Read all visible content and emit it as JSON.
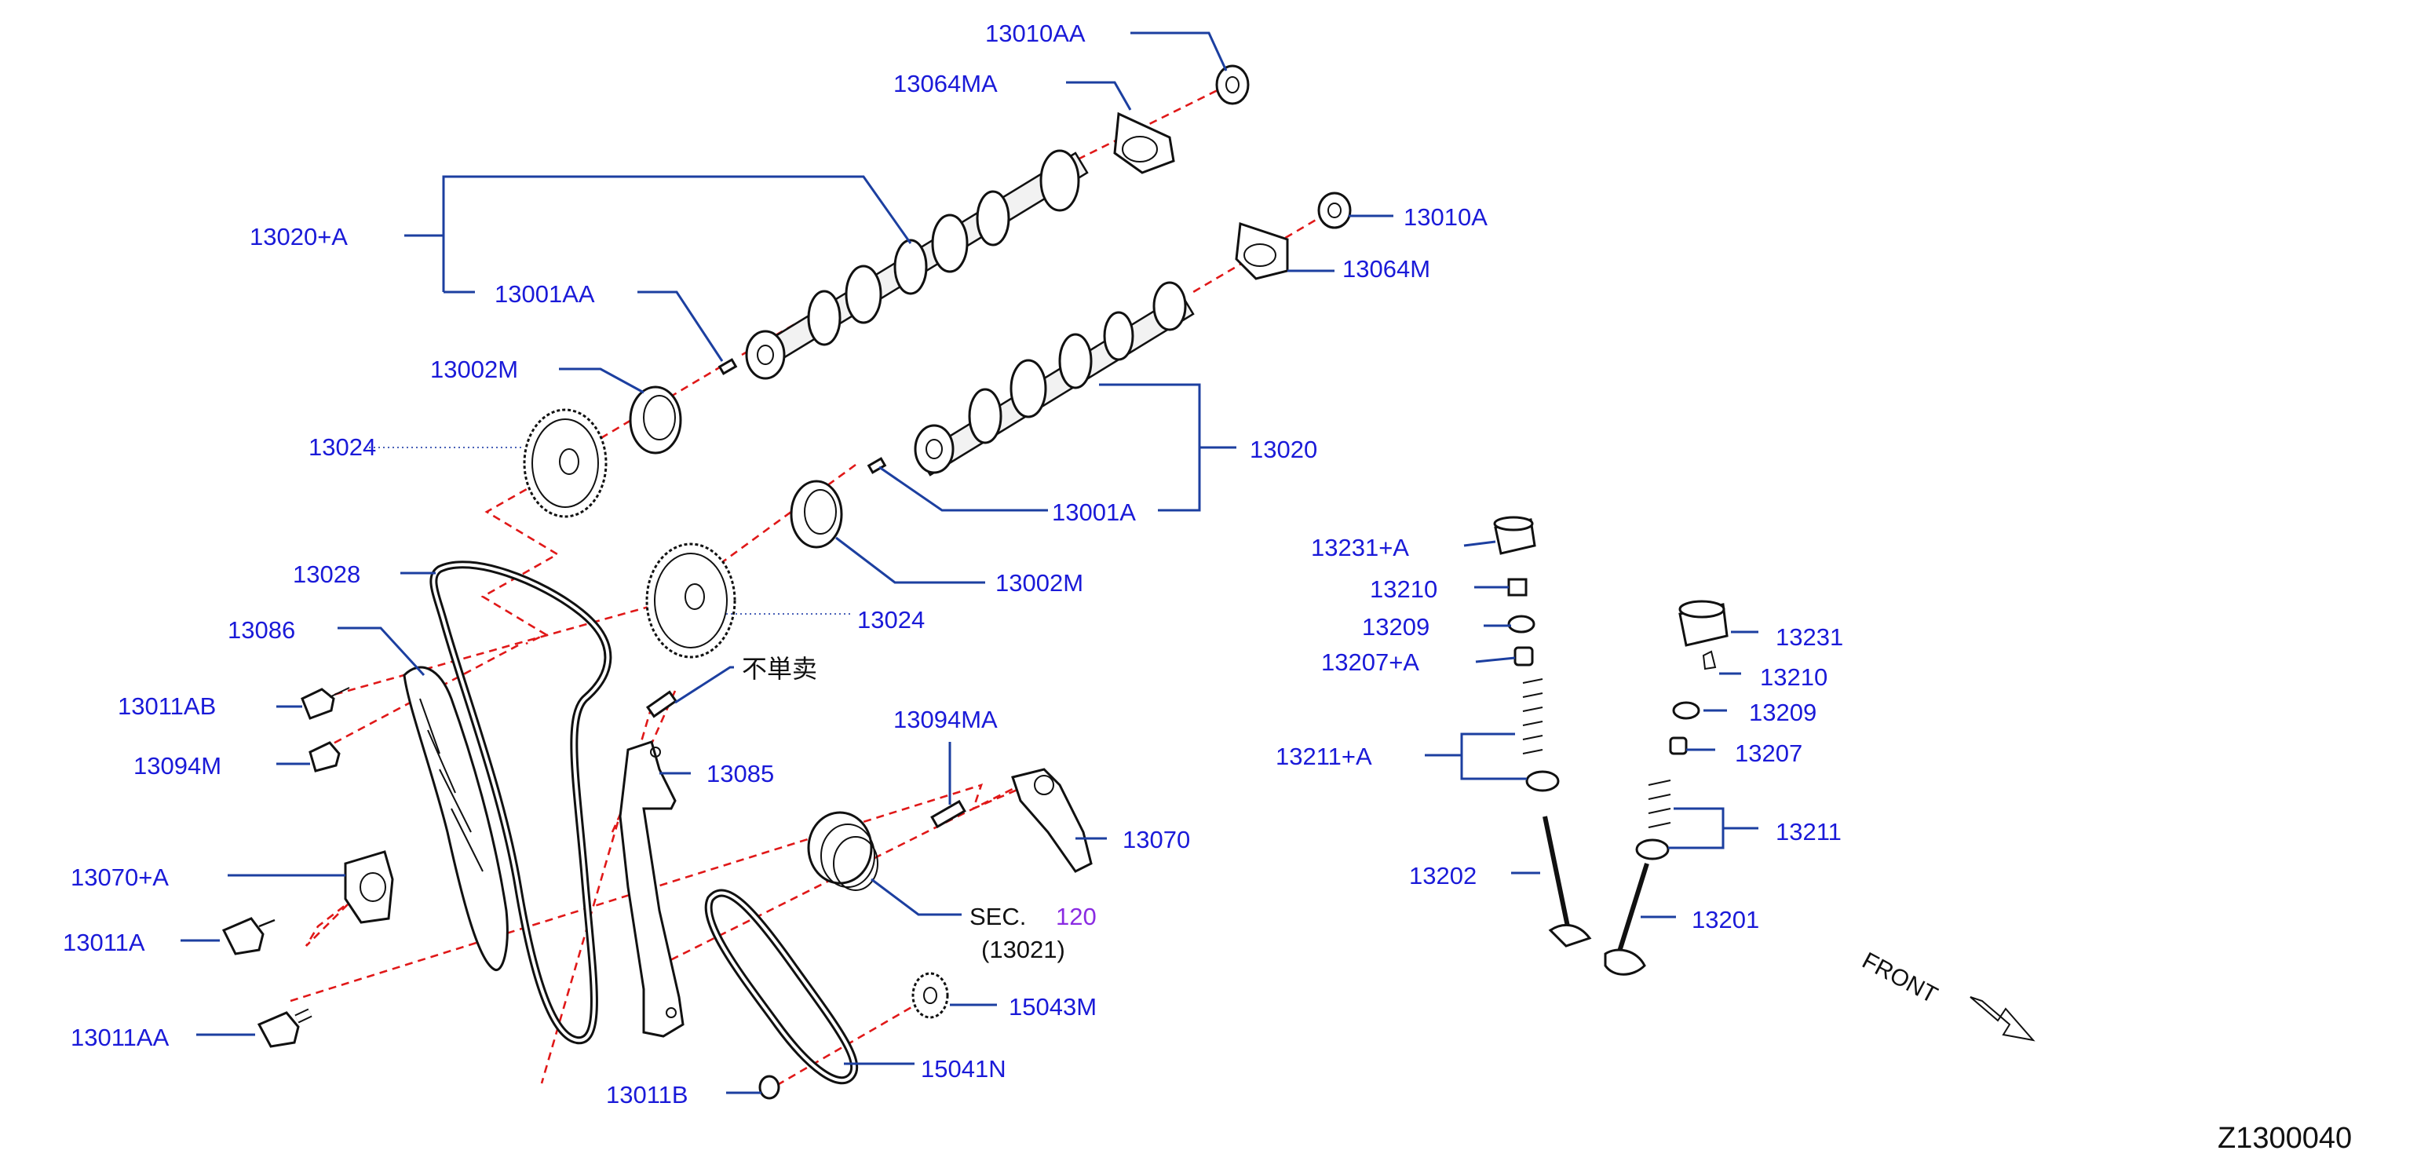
{
  "callouts": {
    "c13010AA": "13010AA",
    "c13064MA": "13064MA",
    "c13020A": "13020+A",
    "c13001AA": "13001AA",
    "c13002M_top": "13002M",
    "c13024_top": "13024",
    "c13010A": "13010A",
    "c13064M": "13064M",
    "c13020": "13020",
    "c13001A": "13001A",
    "c13002M_mid": "13002M",
    "c13024_mid": "13024",
    "c13028": "13028",
    "c13086": "13086",
    "c13011AB": "13011AB",
    "c13094M": "13094M",
    "not_sold_separately": "不単卖",
    "c13085": "13085",
    "c13070A": "13070+A",
    "c13011A": "13011A",
    "c13011AA": "13011AA",
    "c13094MA": "13094MA",
    "c13070": "13070",
    "sec_prefix": "SEC.",
    "sec_number": "120",
    "sec_sub": "(13021)",
    "c15043M": "15043M",
    "c15041N": "15041N",
    "c13011B": "13011B",
    "c13231A": "13231+A",
    "c13210_l": "13210",
    "c13209_l": "13209",
    "c13207A": "13207+A",
    "c13211A": "13211+A",
    "c13202": "13202",
    "c13231": "13231",
    "c13210_r": "13210",
    "c13209_r": "13209",
    "c13207": "13207",
    "c13211": "13211",
    "c13201": "13201",
    "front": "FRONT",
    "diagram_id": "Z1300040"
  },
  "colors": {
    "callout_text": "#1a1ad8",
    "leader_line": "#1c3fa0",
    "center_line": "#e01818",
    "section_ref": "#8a2be2"
  }
}
